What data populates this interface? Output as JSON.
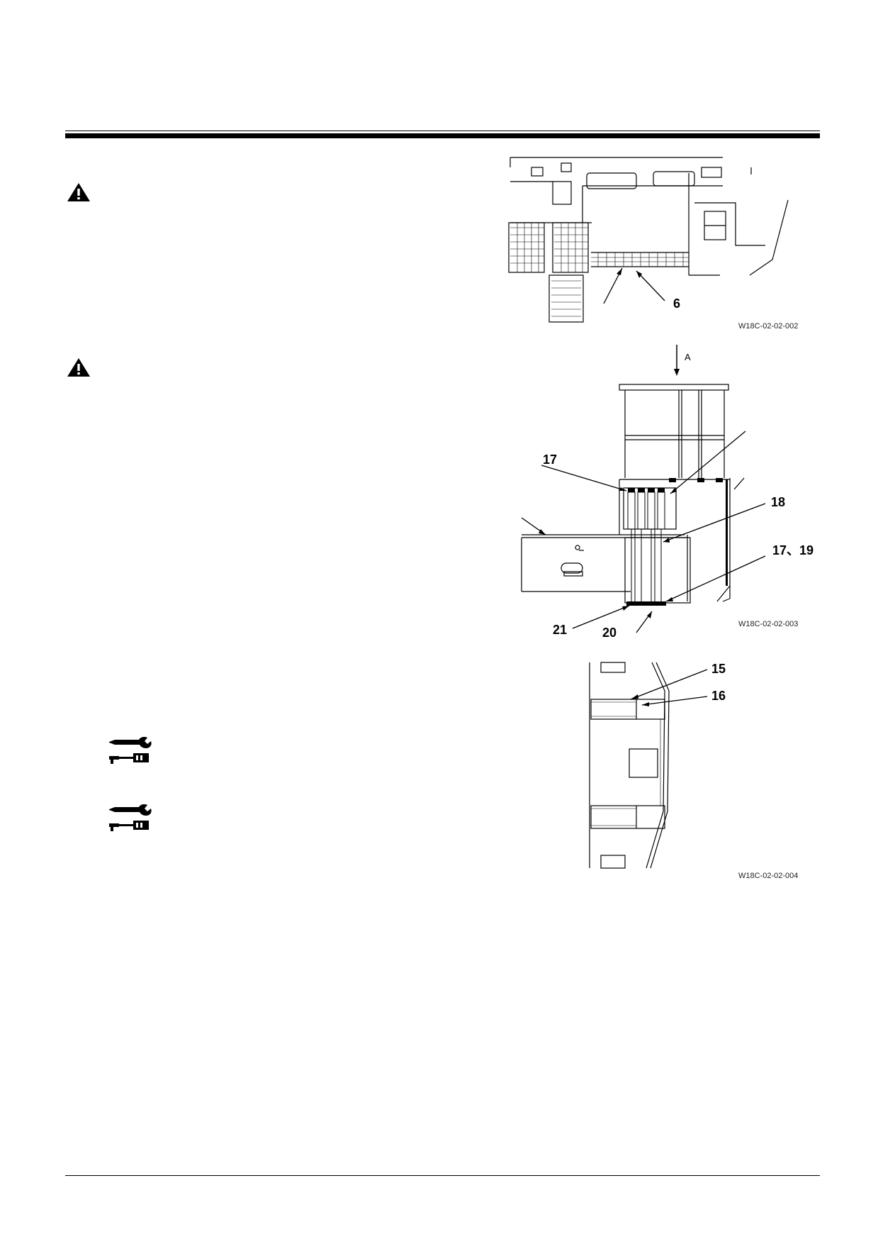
{
  "figures": [
    {
      "code": "W18C-02-02-002",
      "callouts": [
        "6"
      ]
    },
    {
      "code": "W18C-02-02-003",
      "view_label": "A",
      "callouts": [
        "17",
        "18",
        "17、19",
        "21",
        "20"
      ]
    },
    {
      "code": "W18C-02-02-004",
      "callouts": [
        "15",
        "16"
      ]
    }
  ],
  "icons": {
    "warning": "warning-triangle-icon",
    "tools": "wrench-and-torque-wrench-icon"
  }
}
